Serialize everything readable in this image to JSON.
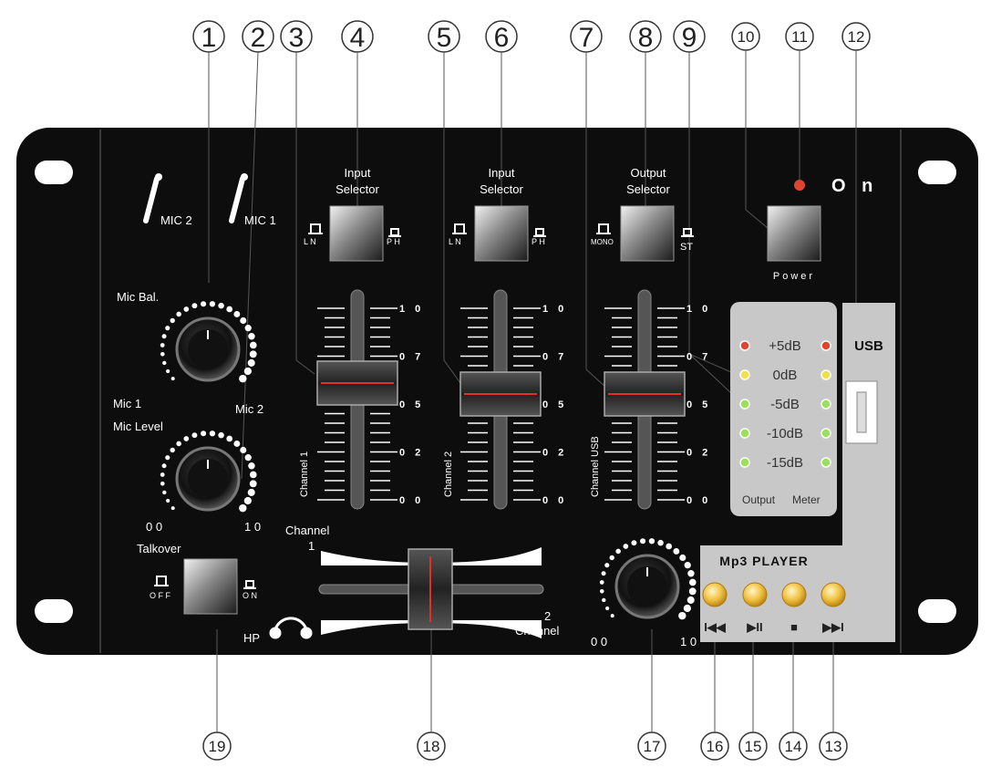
{
  "callouts": {
    "top": [
      "1",
      "2",
      "3",
      "4",
      "5",
      "6",
      "7",
      "8",
      "9",
      "10",
      "11",
      "12"
    ],
    "bottom": [
      "19",
      "18",
      "17",
      "16",
      "15",
      "14",
      "13"
    ]
  },
  "mic": {
    "mic2": "MIC 2",
    "mic1": "MIC 1"
  },
  "mic_bal": {
    "label": "Mic Bal.",
    "left": "Mic 1",
    "right": "Mic 2"
  },
  "mic_level": {
    "label": "Mic Level",
    "min": "0 0",
    "max": "1 0"
  },
  "talkover": {
    "label": "Talkover",
    "off": "O F F",
    "on": "O N"
  },
  "hp": "HP",
  "input_selector_1": {
    "line1": "Input",
    "line2": "Selector",
    "left": "L N",
    "right": "P H"
  },
  "input_selector_2": {
    "line1": "Input",
    "line2": "Selector",
    "left": "L N",
    "right": "P H"
  },
  "output_selector": {
    "line1": "Output",
    "line2": "Selector",
    "left": "MONO",
    "right": "ST"
  },
  "power": {
    "label": "Power",
    "on": "O n"
  },
  "usb": "USB",
  "scale_labels": [
    "1 0",
    "0 7",
    "0 5",
    "0 2",
    "0 0"
  ],
  "channels": {
    "ch1": "Channel  1",
    "ch2": "Channel  2",
    "chusb": "Channel USB"
  },
  "crossfader": {
    "left": "Channel",
    "left_num": "1",
    "right": "Channel",
    "right_num": "2"
  },
  "meter": {
    "levels": [
      "+5dB",
      "0dB",
      "-5dB",
      "-10dB",
      "-15dB"
    ],
    "colors": [
      "#e0462f",
      "#f2e04a",
      "#9be05a",
      "#9be05a",
      "#9be05a"
    ],
    "footer_left": "Output",
    "footer_right": "Meter"
  },
  "mp3": {
    "title": "Mp3 PLAYER",
    "buttons": [
      "previous-icon",
      "play-pause-icon",
      "stop-icon",
      "next-icon"
    ],
    "glyphs": [
      "I◀◀",
      "▶II",
      "■",
      "▶▶I"
    ]
  },
  "knob3": {
    "min": "0 0",
    "max": "1 0"
  }
}
